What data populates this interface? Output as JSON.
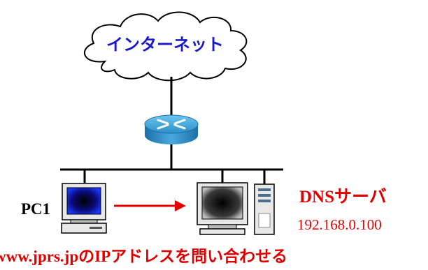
{
  "cloud": {
    "label": "インターネット"
  },
  "pc1": {
    "label": "PC1"
  },
  "dns_server": {
    "label": "DNSサーバ",
    "ip": "192.168.0.100"
  },
  "query_text": "www.jprs.jpのIPアドレスを問い合わせる",
  "colors": {
    "cloud_text": "#1a1ac8",
    "annotation": "#e00000",
    "router": "#2a8fc8",
    "network_line": "#000000"
  }
}
